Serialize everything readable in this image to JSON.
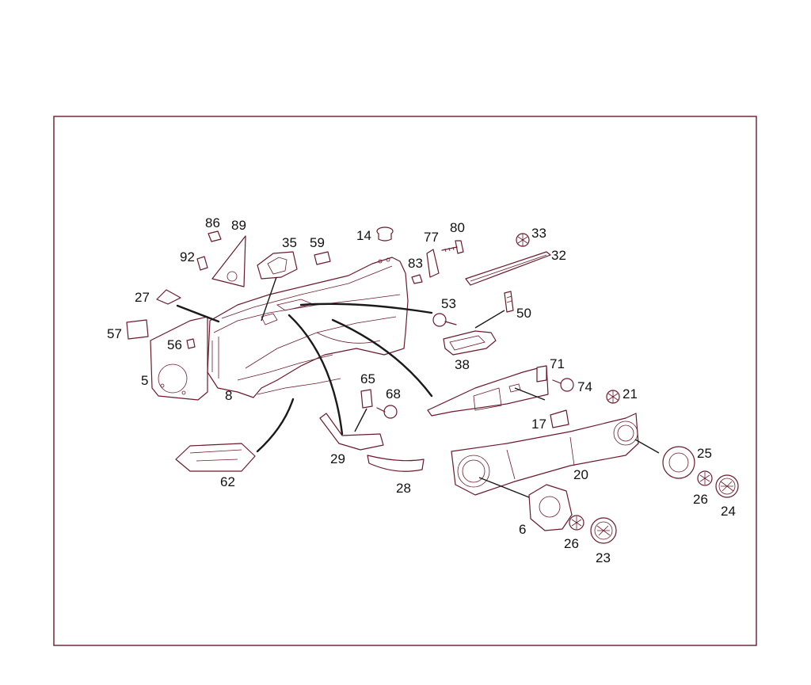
{
  "diagram": {
    "callouts": {
      "c86": "86",
      "c89": "89",
      "c35": "35",
      "c59": "59",
      "c14": "14",
      "c77": "77",
      "c80": "80",
      "c33": "33",
      "c92": "92",
      "c83": "83",
      "c32": "32",
      "c27": "27",
      "c53": "53",
      "c50": "50",
      "c57": "57",
      "c56": "56",
      "c38": "38",
      "c5": "5",
      "c8": "8",
      "c65": "65",
      "c71": "71",
      "c68": "68",
      "c74": "74",
      "c21": "21",
      "c17": "17",
      "c29": "29",
      "c62": "62",
      "c28": "28",
      "c20": "20",
      "c25": "25",
      "c26a": "26",
      "c24": "24",
      "c6": "6",
      "c26b": "26",
      "c23": "23"
    },
    "colors": {
      "line": "#6b1a2c",
      "text": "#111111",
      "background": "#ffffff"
    }
  }
}
